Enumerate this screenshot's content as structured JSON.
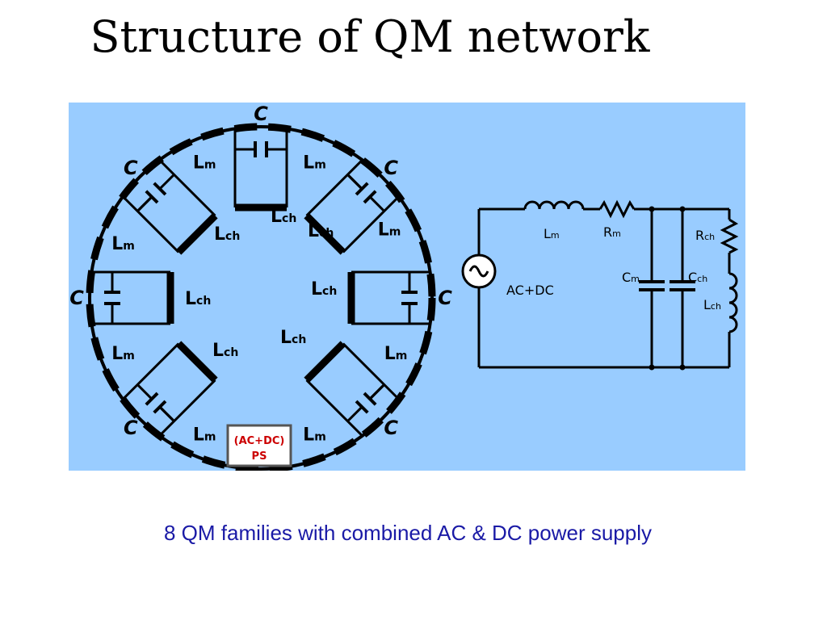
{
  "slide": {
    "title": "Structure of QM network",
    "caption": "8 QM  families with combined AC & DC power supply"
  },
  "ring": {
    "capacitor_label": "C",
    "lm": {
      "main": "L",
      "sub": "m"
    },
    "lch": {
      "main": "L",
      "sub": "ch"
    },
    "power_supply": {
      "line1": "(AC+DC)",
      "line2": "PS"
    }
  },
  "equivalent_circuit": {
    "source_label": "AC+DC",
    "lm": {
      "main": "L",
      "sub": "m"
    },
    "rm": {
      "main": "R",
      "sub": "m"
    },
    "cm": {
      "main": "C",
      "sub": "m"
    },
    "cch": {
      "main": "C",
      "sub": "ch"
    },
    "rch": {
      "main": "R",
      "sub": "ch"
    },
    "lch": {
      "main": "L",
      "sub": "ch"
    }
  },
  "colors": {
    "panel": "#99ccff",
    "caption": "#1a1aa6",
    "ps_text": "#cc0000",
    "wire": "#000000"
  }
}
